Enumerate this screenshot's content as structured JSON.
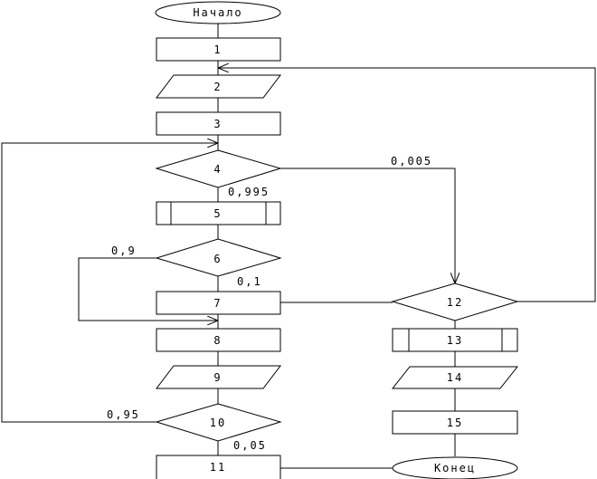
{
  "nodes": {
    "start": "Начало",
    "n1": "1",
    "n2": "2",
    "n3": "3",
    "n4": "4",
    "n5": "5",
    "n6": "6",
    "n7": "7",
    "n8": "8",
    "n9": "9",
    "n10": "10",
    "n11": "11",
    "n12": "12",
    "n13": "13",
    "n14": "14",
    "n15": "15",
    "end": "Конец"
  },
  "edge_labels": {
    "p4_right": "0,005",
    "p4_down": "0,995",
    "p6_left": "0,9",
    "p6_down": "0,1",
    "p10_left": "0,95",
    "p10_down": "0,05"
  }
}
